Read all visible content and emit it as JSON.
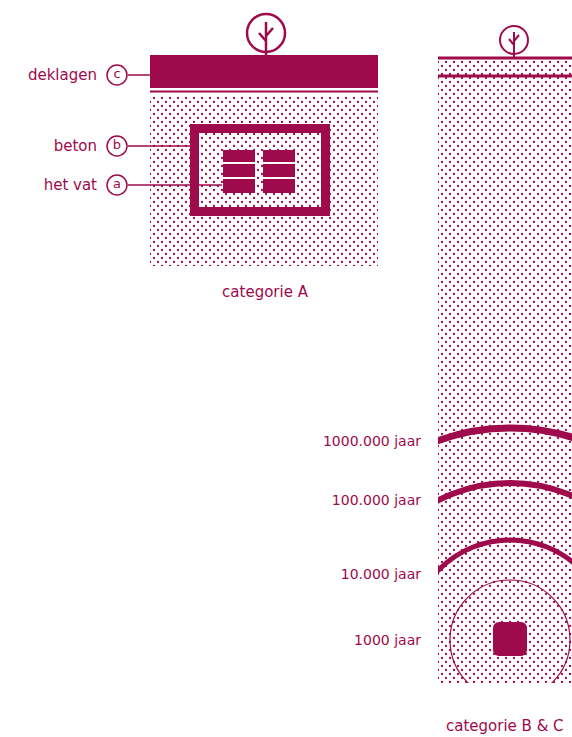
{
  "diagram": {
    "nodes": [
      {
        "text": [
          "c"
        ]
      },
      {
        "text": [
          "b"
        ]
      },
      {
        "text": [
          "a"
        ]
      }
    ],
    "labels": [
      "deklagen",
      "beton",
      "het vat",
      "categorie A",
      "1000.000 jaar",
      "100.000 jaar",
      "10.000 jaar",
      "1000 jaar",
      "categorie B & C"
    ]
  }
}
